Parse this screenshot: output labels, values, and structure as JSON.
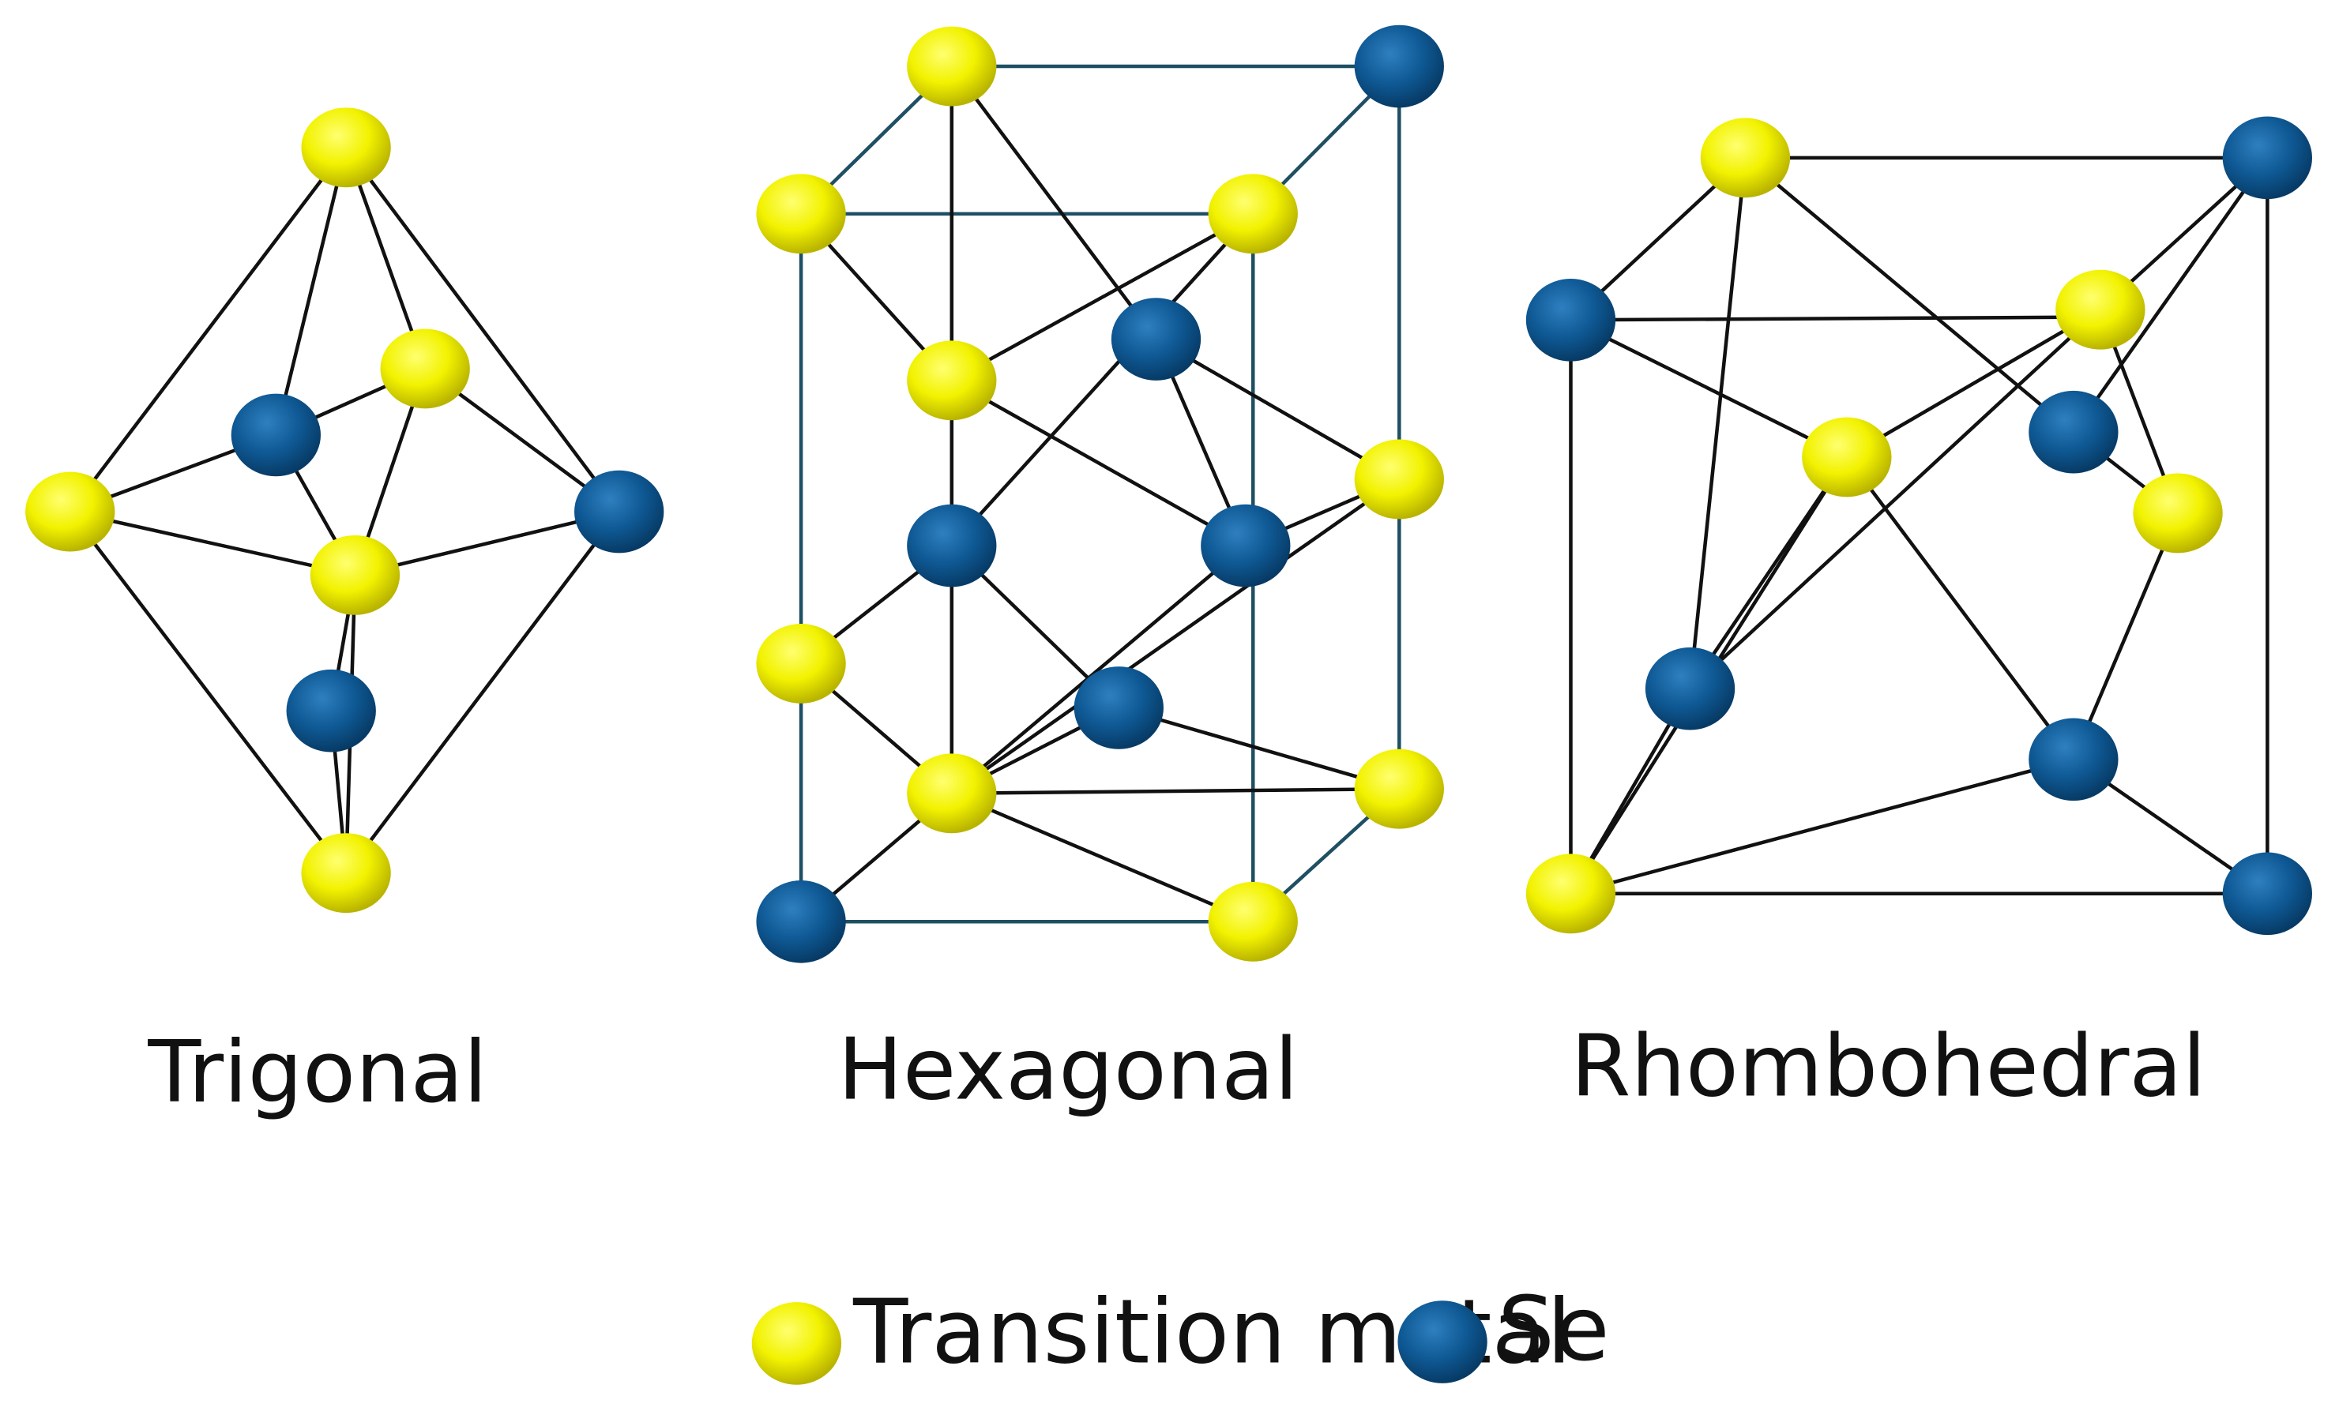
{
  "colors": {
    "transition_metal": "#f3f500",
    "selenium": "#0f5a96",
    "bond": "#111111",
    "cell_edge": "#1f4f63"
  },
  "structures": [
    {
      "id": "trigonal",
      "label": "Trigonal"
    },
    {
      "id": "hexagonal",
      "label": "Hexagonal"
    },
    {
      "id": "rhombohedral",
      "label": "Rhombohedral"
    }
  ],
  "legend": {
    "transition_metal_label": "Transition metal",
    "se_label": "Se"
  }
}
